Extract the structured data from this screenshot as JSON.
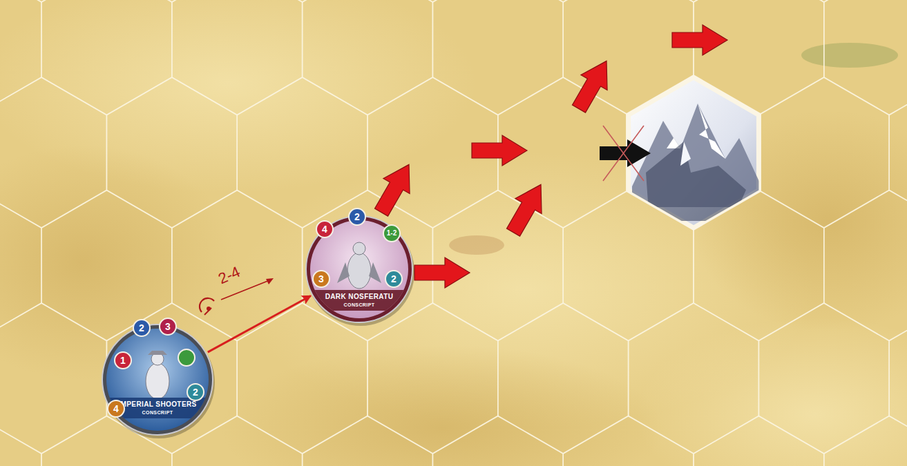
{
  "diagram": {
    "nodes": [
      {
        "text": [
          "IMPERIAL SHOOTERS",
          "CONSCRIPT",
          "1",
          "2",
          "3",
          "2",
          "4"
        ]
      },
      {
        "text": [
          "DARK NOSFERATU",
          "CONSCRIPT",
          "4",
          "2",
          "1-2",
          "2",
          "3"
        ]
      }
    ],
    "edges": [
      {
        "from": 0,
        "to": 1,
        "arrow": "to"
      }
    ],
    "labels": [
      "2-4"
    ]
  }
}
